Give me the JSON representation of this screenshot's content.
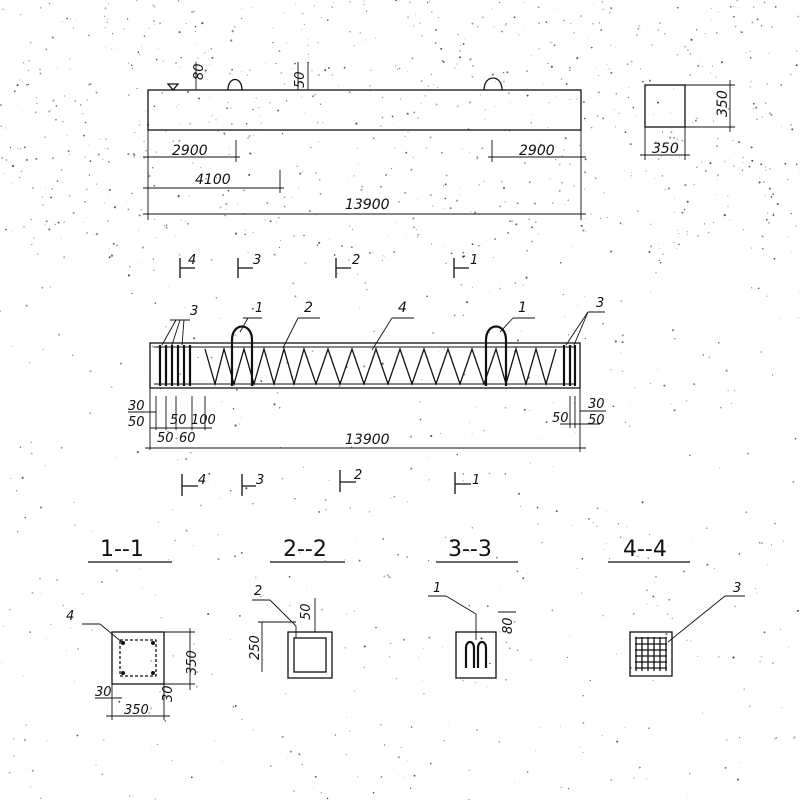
{
  "elevation": {
    "height_80": "80",
    "height_50": "50",
    "left_span": "2900",
    "right_span": "2900",
    "span_4100": "4100",
    "total_length": "13900"
  },
  "end_view": {
    "width": "350",
    "height": "350"
  },
  "section_marks": {
    "s1": "1",
    "s2": "2",
    "s3": "3",
    "s4": "4"
  },
  "reinforcement": {
    "labels": {
      "l3a": "3",
      "l1a": "1",
      "l2": "2",
      "l4": "4",
      "l1b": "1",
      "l3b": "3"
    },
    "dims": {
      "d30": "30",
      "d50": "50",
      "d50a": "50",
      "d100": "100",
      "d50b": "50",
      "d60": "60",
      "total": "13900",
      "r50": "50",
      "r30": "30",
      "r50b": "50"
    }
  },
  "sections": [
    {
      "title": "1--1",
      "bar_label": "4",
      "dims": {
        "h": "350",
        "w": "350",
        "cover_l": "30",
        "cover_r": "30"
      }
    },
    {
      "title": "2--2",
      "bar_label": "2",
      "dims": {
        "top": "50",
        "h": "250"
      }
    },
    {
      "title": "3--3",
      "bar_label": "1",
      "dims": {
        "top": "80"
      }
    },
    {
      "title": "4--4",
      "bar_label": "3",
      "dims": {}
    }
  ]
}
